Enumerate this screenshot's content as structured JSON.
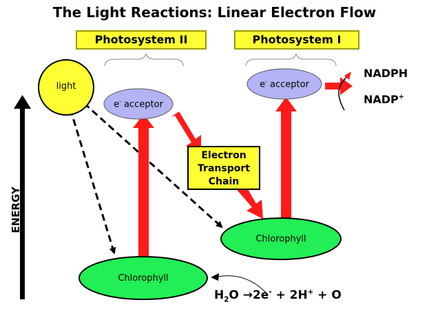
{
  "title": "The Light Reactions: Linear Electron Flow",
  "photosystem_ii": {
    "label": "Photosystem II"
  },
  "photosystem_i": {
    "label": "Photosystem I"
  },
  "light": {
    "label": "light"
  },
  "psii_acceptor": {
    "label_base": "e",
    "label_sup": "-",
    "label_rest": " acceptor"
  },
  "psi_acceptor": {
    "label_base": "e",
    "label_sup": "-",
    "label_rest": " acceptor"
  },
  "electron_transport_chain": {
    "line1": "Electron",
    "line2": "Transport",
    "line3": "Chain"
  },
  "chlorophyll_psii": {
    "label": "Chlorophyll"
  },
  "chlorophyll_psi": {
    "label": "Chlorophyll"
  },
  "nadph": {
    "label": "NADPH"
  },
  "nadp": {
    "label_base": "NADP",
    "label_sup": "+"
  },
  "energy_axis": {
    "label": "ENERGY"
  },
  "water_equation": {
    "h": "H",
    "h_sub": "2",
    "o_arrow": "O →2e",
    "e_sup": "-",
    "plus1": " + 2H",
    "h_sup": "+",
    "rest": " + O"
  },
  "colors": {
    "light": "#ffff33",
    "acceptor": "#b3b3f5",
    "chlorophyll": "#22ee55",
    "flow_arrow": "#ff1a1a",
    "label_box": "#ffff33"
  }
}
